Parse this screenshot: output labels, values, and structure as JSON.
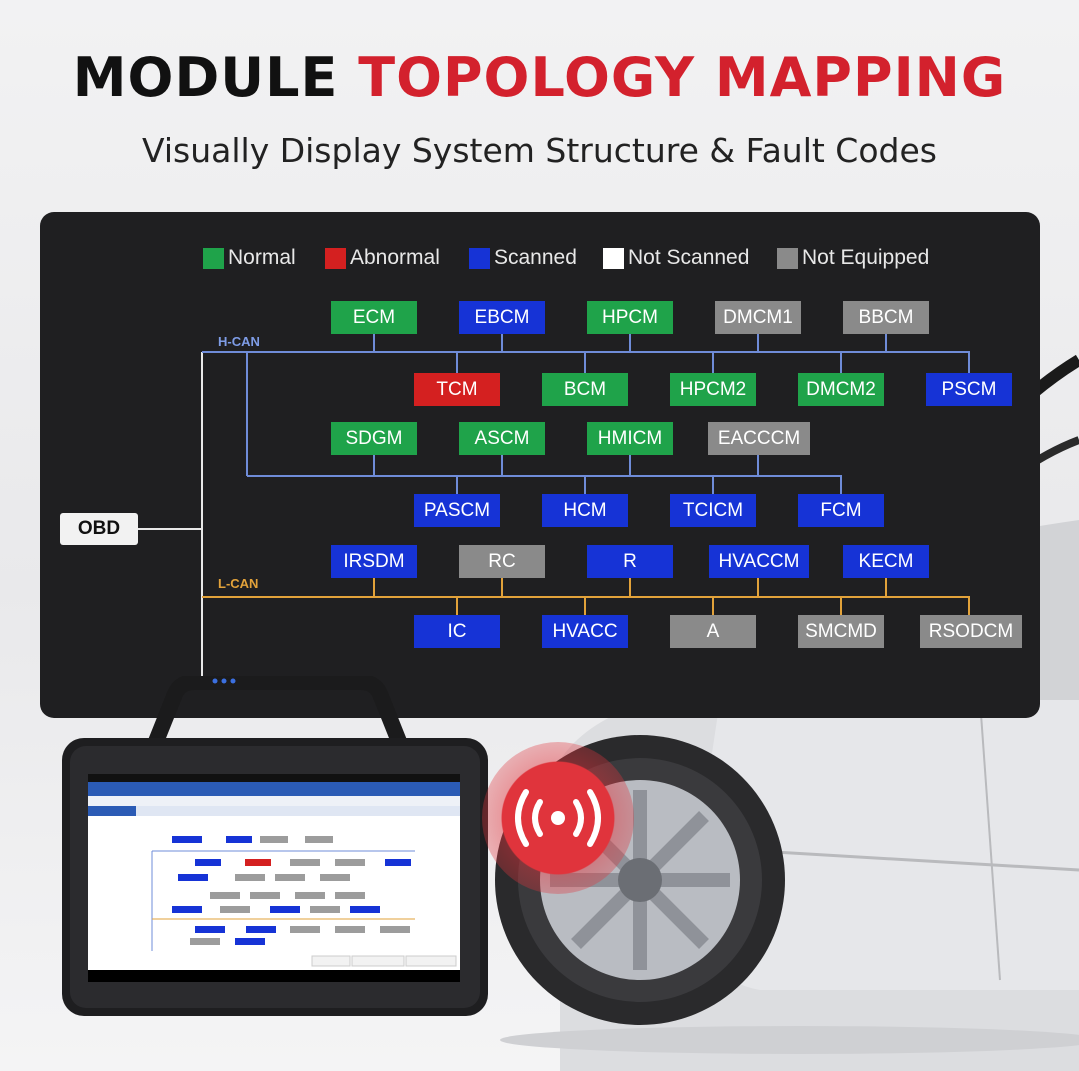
{
  "header": {
    "title_part1": "MODULE",
    "title_part2": "TOPOLOGY MAPPING",
    "subtitle": "Visually Display System Structure & Fault Codes"
  },
  "legend": [
    {
      "label": "Normal",
      "color": "#1fa34a"
    },
    {
      "label": "Abnormal",
      "color": "#d42020"
    },
    {
      "label": "Scanned",
      "color": "#1633d6"
    },
    {
      "label": "Not Scanned",
      "color": "#ffffff"
    },
    {
      "label": "Not Equipped",
      "color": "#8a8a8a"
    }
  ],
  "colors": {
    "normal": "#1fa34a",
    "abnormal": "#d42020",
    "scanned": "#1633d6",
    "not_equipped": "#8a8a8a",
    "hcan_line": "#6f8cd8",
    "lcan_line": "#e2a23a",
    "obd_line": "#e8e8e8"
  },
  "bus": {
    "hcan": "H-CAN",
    "lcan": "L-CAN",
    "obd": "OBD"
  },
  "modules": {
    "row1": [
      {
        "label": "ECM",
        "status": "normal"
      },
      {
        "label": "EBCM",
        "status": "scanned"
      },
      {
        "label": "HPCM",
        "status": "normal"
      },
      {
        "label": "DMCM1",
        "status": "not_equipped"
      },
      {
        "label": "BBCM",
        "status": "not_equipped"
      }
    ],
    "row2": [
      {
        "label": "TCM",
        "status": "abnormal"
      },
      {
        "label": "BCM",
        "status": "normal"
      },
      {
        "label": "HPCM2",
        "status": "normal"
      },
      {
        "label": "DMCM2",
        "status": "normal"
      },
      {
        "label": "PSCM",
        "status": "scanned"
      }
    ],
    "row3": [
      {
        "label": "SDGM",
        "status": "normal"
      },
      {
        "label": "ASCM",
        "status": "normal"
      },
      {
        "label": "HMICM",
        "status": "normal"
      },
      {
        "label": "EACCCM",
        "status": "not_equipped"
      }
    ],
    "row4": [
      {
        "label": "PASCM",
        "status": "scanned"
      },
      {
        "label": "HCM",
        "status": "scanned"
      },
      {
        "label": "TCICM",
        "status": "scanned"
      },
      {
        "label": "FCM",
        "status": "scanned"
      }
    ],
    "row5": [
      {
        "label": "IRSDM",
        "status": "scanned"
      },
      {
        "label": "RC",
        "status": "not_equipped"
      },
      {
        "label": "R",
        "status": "scanned"
      },
      {
        "label": "HVACCM",
        "status": "scanned"
      },
      {
        "label": "KECM",
        "status": "scanned"
      }
    ],
    "row6": [
      {
        "label": "IC",
        "status": "scanned"
      },
      {
        "label": "HVACC",
        "status": "scanned"
      },
      {
        "label": "A",
        "status": "not_equipped"
      },
      {
        "label": "SMCMD",
        "status": "not_equipped"
      },
      {
        "label": "RSODCM",
        "status": "not_equipped"
      }
    ]
  }
}
